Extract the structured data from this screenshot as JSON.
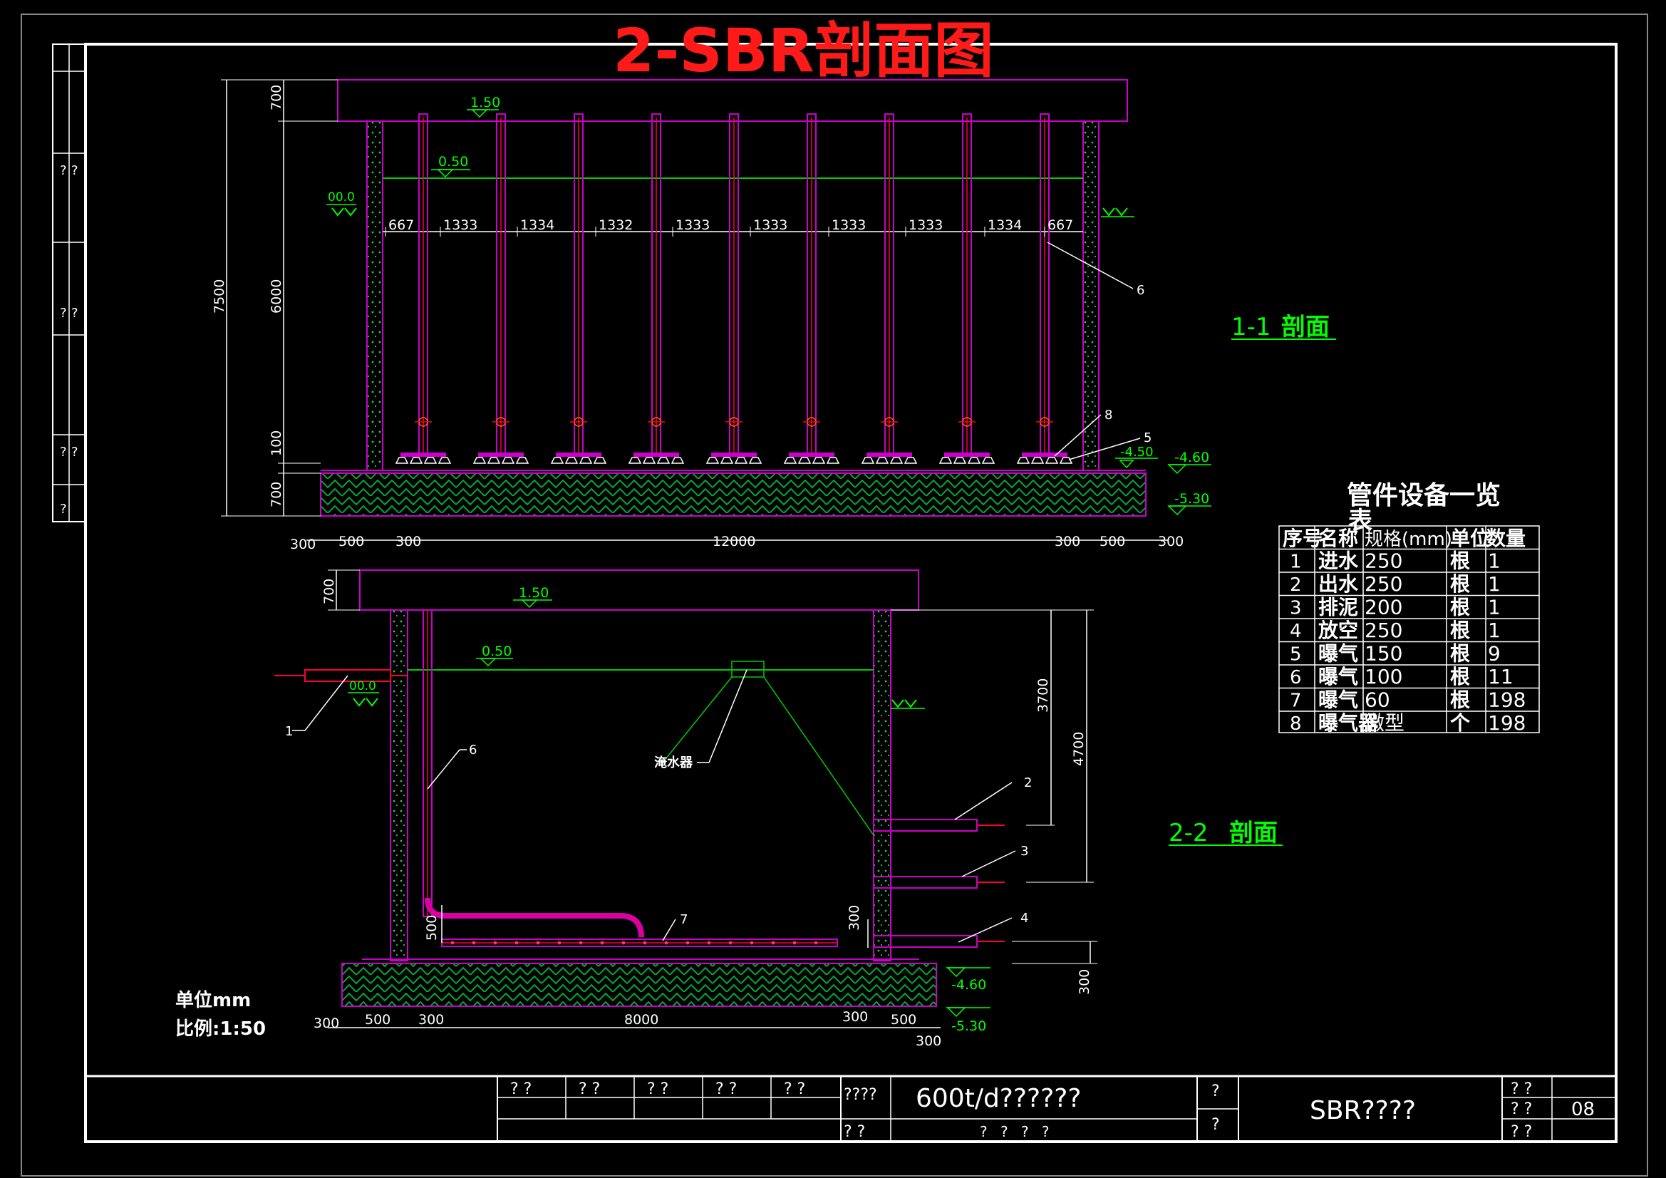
{
  "drawing": {
    "title": "2-SBR剖面图",
    "section_1_label_num": "1-1",
    "section_1_label_text": "剖面",
    "section_2_label_num": "2-2",
    "section_2_label_text": "剖面",
    "units_note": "单位mm",
    "scale_note": "比例:1:50",
    "aerator_label": "淹水器",
    "colors": {
      "wall": "#cc00cc",
      "pipe_red": "#ff0033",
      "water": "#00cc00",
      "text": "#ffffff",
      "title": "#ff0000",
      "label": "#00ff00"
    }
  },
  "section1": {
    "elev_top": "1.50",
    "elev_water": "0.50",
    "elev_ground": "00.0",
    "elev_floor": "-4.50",
    "elev_base1": "-4.60",
    "elev_base2": "-5.30",
    "dim_total": "7500",
    "dim_top": "700",
    "dim_mid": "6000",
    "dim_small": "100",
    "dim_bottom": "700",
    "spacings": [
      "667",
      "1333",
      "1334",
      "1332",
      "1333",
      "1333",
      "1333",
      "1333",
      "1334",
      "667"
    ],
    "bottom_dims": [
      "300",
      "500",
      "300",
      "12000",
      "300",
      "500",
      "300"
    ],
    "callouts": [
      "6",
      "8",
      "5"
    ]
  },
  "section2": {
    "elev_top": "1.50",
    "elev_water": "0.50",
    "elev_ground": "00.0",
    "elev_base1": "-4.60",
    "elev_base2": "-5.30",
    "dim_top": "700",
    "dim_3700": "3700",
    "dim_4700": "4700",
    "dim_500": "500",
    "dim_300a": "300",
    "dim_300b": "300",
    "bottom_dims": [
      "300",
      "500",
      "300",
      "8000",
      "300",
      "500",
      "300"
    ],
    "callouts": [
      "1",
      "6",
      "2",
      "3",
      "4",
      "7"
    ]
  },
  "table": {
    "title_line1": "管件设备一览",
    "title_line2": "表",
    "headers": [
      "序号",
      "名称",
      "规格(mm)",
      "单位",
      "数量"
    ],
    "rows": [
      {
        "no": "1",
        "name": "进水",
        "spec": "250",
        "unit": "根",
        "qty": "1"
      },
      {
        "no": "2",
        "name": "出水",
        "spec": "250",
        "unit": "根",
        "qty": "1"
      },
      {
        "no": "3",
        "name": "排泥",
        "spec": "200",
        "unit": "根",
        "qty": "1"
      },
      {
        "no": "4",
        "name": "放空",
        "spec": "250",
        "unit": "根",
        "qty": "1"
      },
      {
        "no": "5",
        "name": "曝气",
        "spec": "150",
        "unit": "根",
        "qty": "9"
      },
      {
        "no": "6",
        "name": "曝气",
        "spec": "100",
        "unit": "根",
        "qty": "11"
      },
      {
        "no": "7",
        "name": "曝气",
        "spec": "60",
        "unit": "根",
        "qty": "198"
      },
      {
        "no": "8",
        "name": "曝气器",
        "spec": "微型",
        "unit": "个",
        "qty": "198"
      }
    ]
  },
  "title_block": {
    "qq": "? ?",
    "cell_4q": "????",
    "project": "600t/d??????",
    "sub": "? ? ? ?",
    "q1": "?",
    "drawing_name": "SBR????",
    "sheet": "08"
  },
  "margin": {
    "q": "?"
  }
}
